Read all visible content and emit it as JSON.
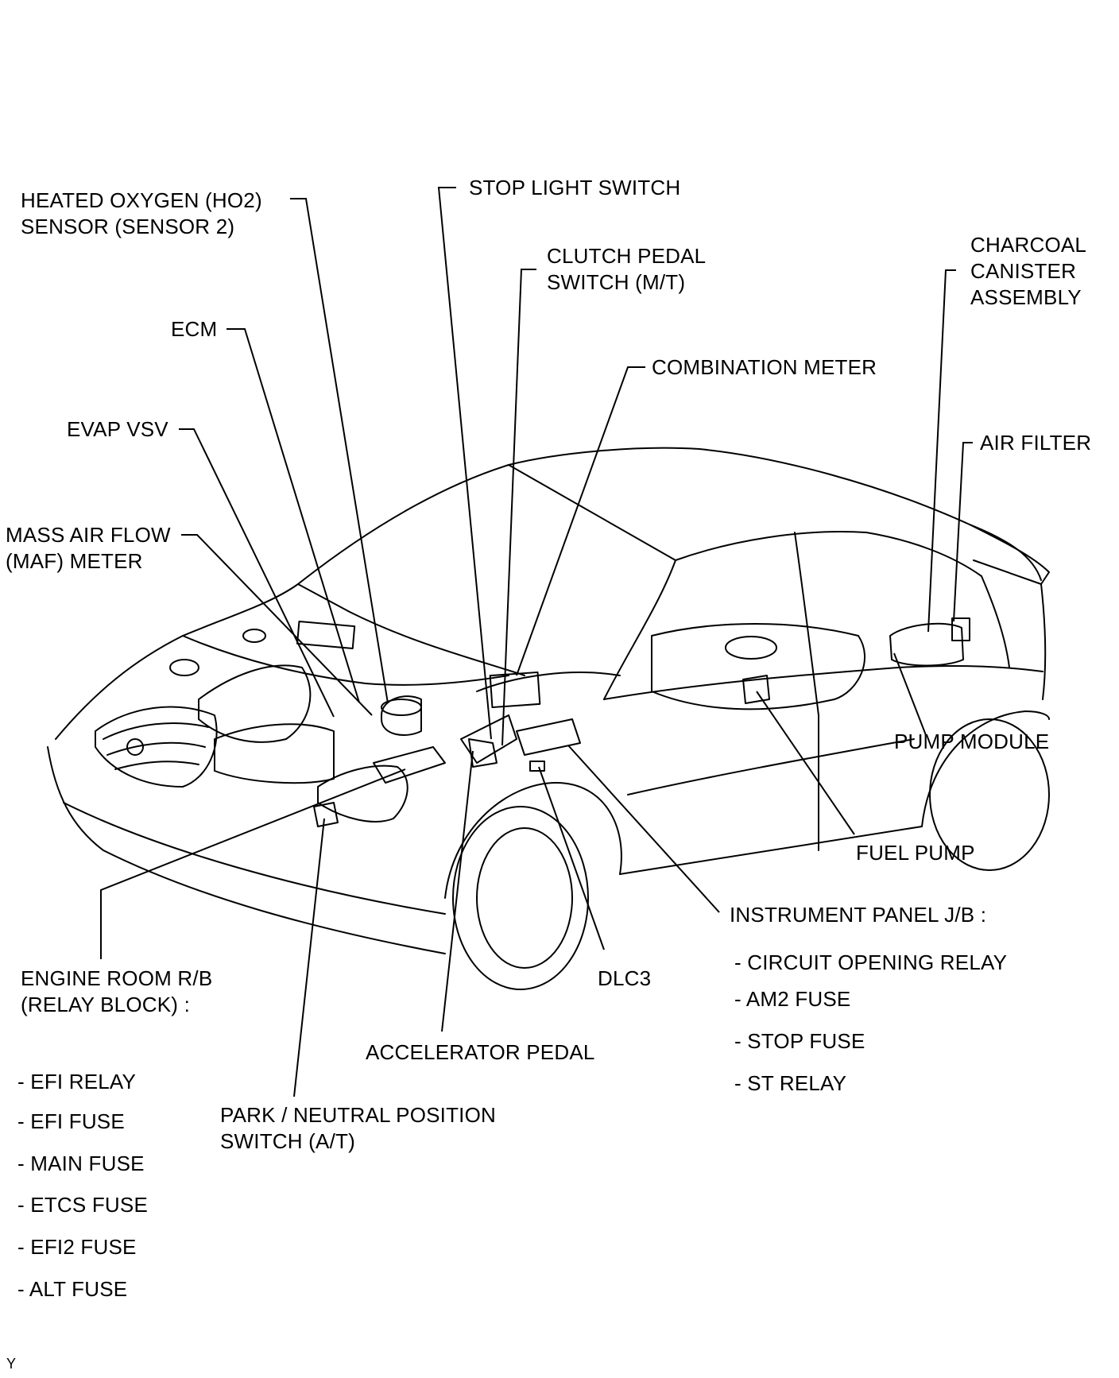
{
  "labels": {
    "ho2_l1": "HEATED OXYGEN (HO2)",
    "ho2_l2": "SENSOR (SENSOR 2)",
    "stop_light_switch": "STOP LIGHT SWITCH",
    "clutch_l1": "CLUTCH PEDAL",
    "clutch_l2": "SWITCH (M/T)",
    "charcoal_l1": "CHARCOAL",
    "charcoal_l2": "CANISTER",
    "charcoal_l3": "ASSEMBLY",
    "ecm": "ECM",
    "combination_meter": "COMBINATION METER",
    "evap_vsv": "EVAP VSV",
    "air_filter": "AIR FILTER",
    "maf_l1": "MASS AIR FLOW",
    "maf_l2": "(MAF) METER",
    "pump_module": "PUMP MODULE",
    "fuel_pump": "FUEL PUMP",
    "ip_jb_title": "INSTRUMENT PANEL J/B :",
    "ip_jb_items": [
      "- CIRCUIT OPENING RELAY",
      "- AM2 FUSE",
      "- STOP FUSE",
      "- ST RELAY"
    ],
    "er_rb_l1": "ENGINE ROOM R/B",
    "er_rb_l2": "(RELAY BLOCK) :",
    "er_rb_items": [
      "- EFI RELAY",
      "- EFI FUSE",
      "- MAIN FUSE",
      "- ETCS FUSE",
      "- EFI2 FUSE",
      "- ALT FUSE"
    ],
    "dlc3": "DLC3",
    "accelerator_pedal": "ACCELERATOR PEDAL",
    "pnp_l1": "PARK / NEUTRAL POSITION",
    "pnp_l2": "SWITCH (A/T)",
    "corner_mark": "Y"
  }
}
